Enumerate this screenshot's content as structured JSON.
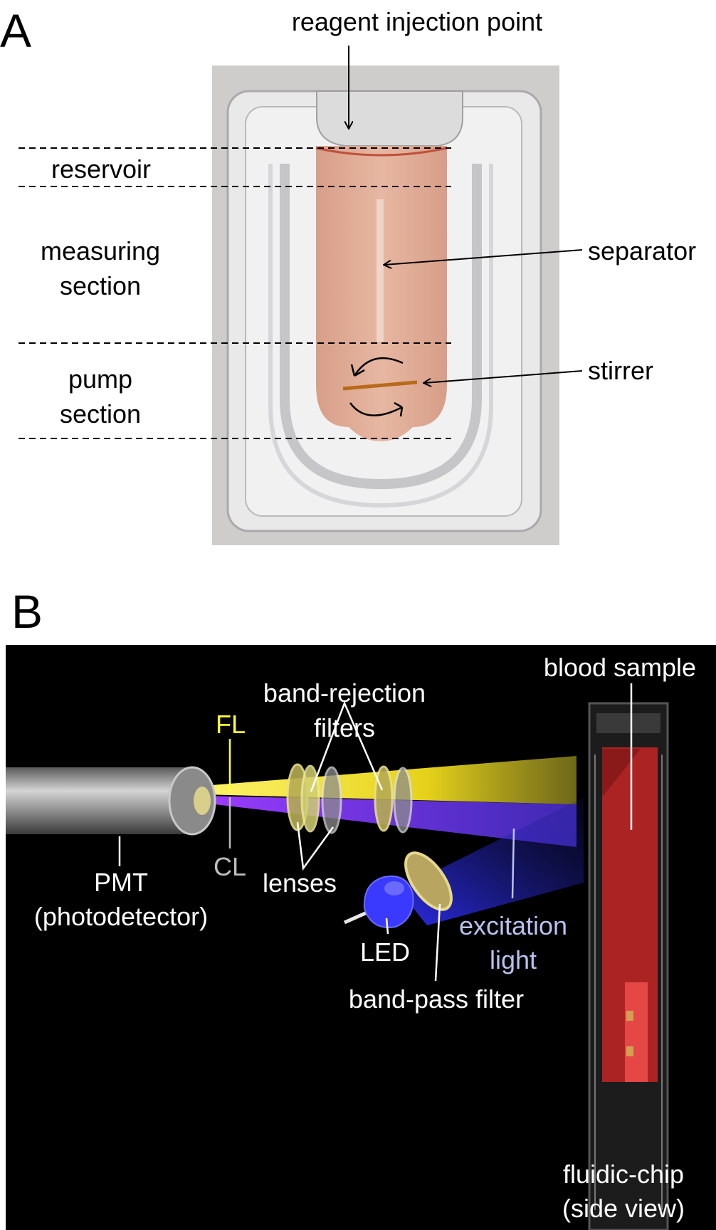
{
  "panel_a": {
    "letter": "A",
    "labels": {
      "injection": "reagent injection point",
      "reservoir": "reservoir",
      "measuring_line1": "measuring",
      "measuring_line2": "section",
      "pump_line1": "pump",
      "pump_line2": "section",
      "separator": "separator",
      "stirrer": "stirrer"
    }
  },
  "panel_b": {
    "letter": "B",
    "labels": {
      "blood_sample": "blood sample",
      "band_rejection_line1": "band-rejection",
      "band_rejection_line2": "filters",
      "fl": "FL",
      "cl": "CL",
      "pmt_line1": "PMT",
      "pmt_line2": "(photodetector)",
      "lenses": "lenses",
      "excitation_line1": "excitation",
      "excitation_line2": "light",
      "led": "LED",
      "band_pass": "band-pass filter",
      "fluidic_line1": "fluidic-chip",
      "fluidic_line2": "(side view)"
    }
  },
  "colors": {
    "fl_label": "#ffff33",
    "cl_label": "#bdbdbd",
    "excitation_label": "#b8c2ee",
    "yellow_beam": "#ffe838",
    "violet_beam": "#8a2be2",
    "blue_light": "#2b2bff",
    "blood": "#d42a2a",
    "sample_fluid": "#d9a38e"
  }
}
